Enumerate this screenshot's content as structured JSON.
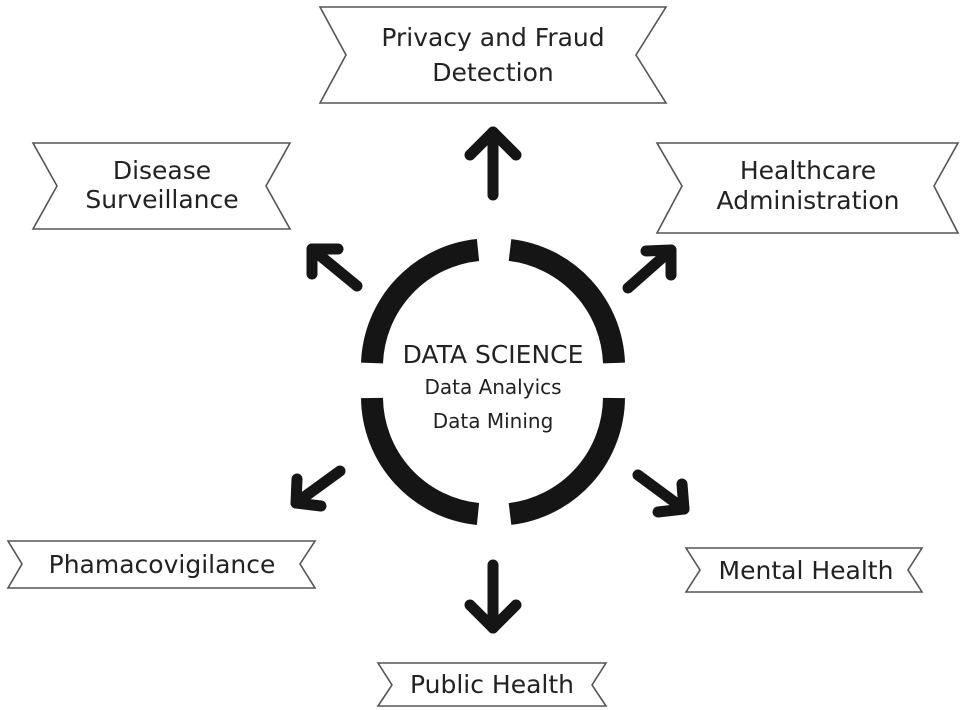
{
  "center": {
    "title": "DATA SCIENCE",
    "line2": "Data Analyics",
    "line3": "Data Mining"
  },
  "nodes": {
    "privacy": {
      "line1": "Privacy and Fraud",
      "line2": "Detection"
    },
    "disease": {
      "line1": "Disease",
      "line2": "Surveillance"
    },
    "healthcare": {
      "line1": "Healthcare",
      "line2": "Administration"
    },
    "pharma": {
      "label": "Phamacovigilance"
    },
    "mental": {
      "label": "Mental Health"
    },
    "public": {
      "label": "Public Health"
    }
  }
}
